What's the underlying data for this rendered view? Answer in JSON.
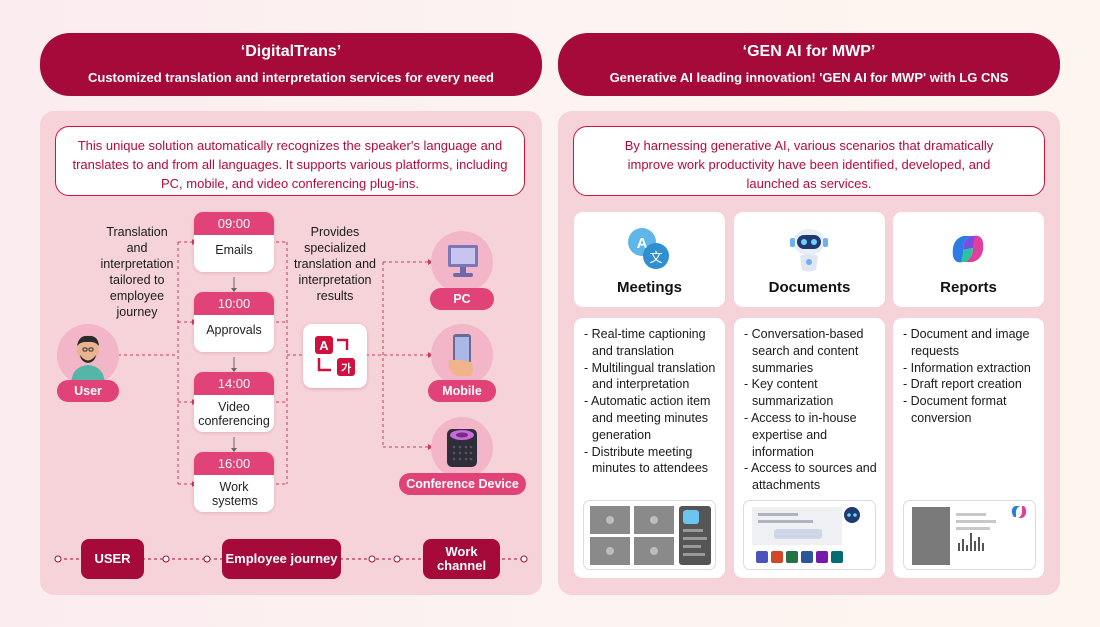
{
  "left": {
    "banner_title": "‘DigitalTrans’",
    "banner_subtitle": "Customized translation and interpretation services for every need",
    "description": "This unique solution automatically recognizes the speaker's language and translates to and from all languages. It supports various platforms, including PC, mobile, and video conferencing plug-ins.",
    "user_label": "User",
    "left_text": "Translation and interpretation tailored to employee journey",
    "right_text": "Provides specialized translation and interpretation results",
    "journey": [
      {
        "time": "09:00",
        "label": "Emails"
      },
      {
        "time": "10:00",
        "label": "Approvals"
      },
      {
        "time": "14:00",
        "label": "Video conferencing"
      },
      {
        "time": "16:00",
        "label": "Work systems"
      }
    ],
    "devices": [
      "PC",
      "Mobile",
      "Conference Device"
    ],
    "bottom_tags": [
      "USER",
      "Employee journey",
      "Work channel"
    ]
  },
  "right": {
    "banner_title": "‘GEN AI for MWP’",
    "banner_subtitle": "Generative AI leading innovation! 'GEN AI for MWP' with LG CNS",
    "description": "By harnessing generative AI, various scenarios that dramatically improve work productivity have been identified, developed, and launched as services.",
    "cards": [
      {
        "title": "Meetings",
        "icon": "translate-icon",
        "items": [
          "- Real-time captioning and translation",
          "- Multilingual translation and interpretation",
          "- Automatic action item and meeting minutes generation",
          "- Distribute meeting minutes to attendees"
        ]
      },
      {
        "title": "Documents",
        "icon": "robot-icon",
        "items": [
          "- Conversation-based search and content summaries",
          "- Key content summarization",
          "- Access to in-house expertise and information",
          "- Access to sources and attachments"
        ]
      },
      {
        "title": "Reports",
        "icon": "copilot-icon",
        "items": [
          "- Document and image requests",
          "- Information extraction",
          "- Draft report creation",
          "- Document format conversion"
        ]
      }
    ]
  },
  "colors": {
    "banner": "#a50a3a",
    "accent_pink": "#e14277",
    "panel": "#f5d3d9",
    "text_red": "#b8093c"
  }
}
